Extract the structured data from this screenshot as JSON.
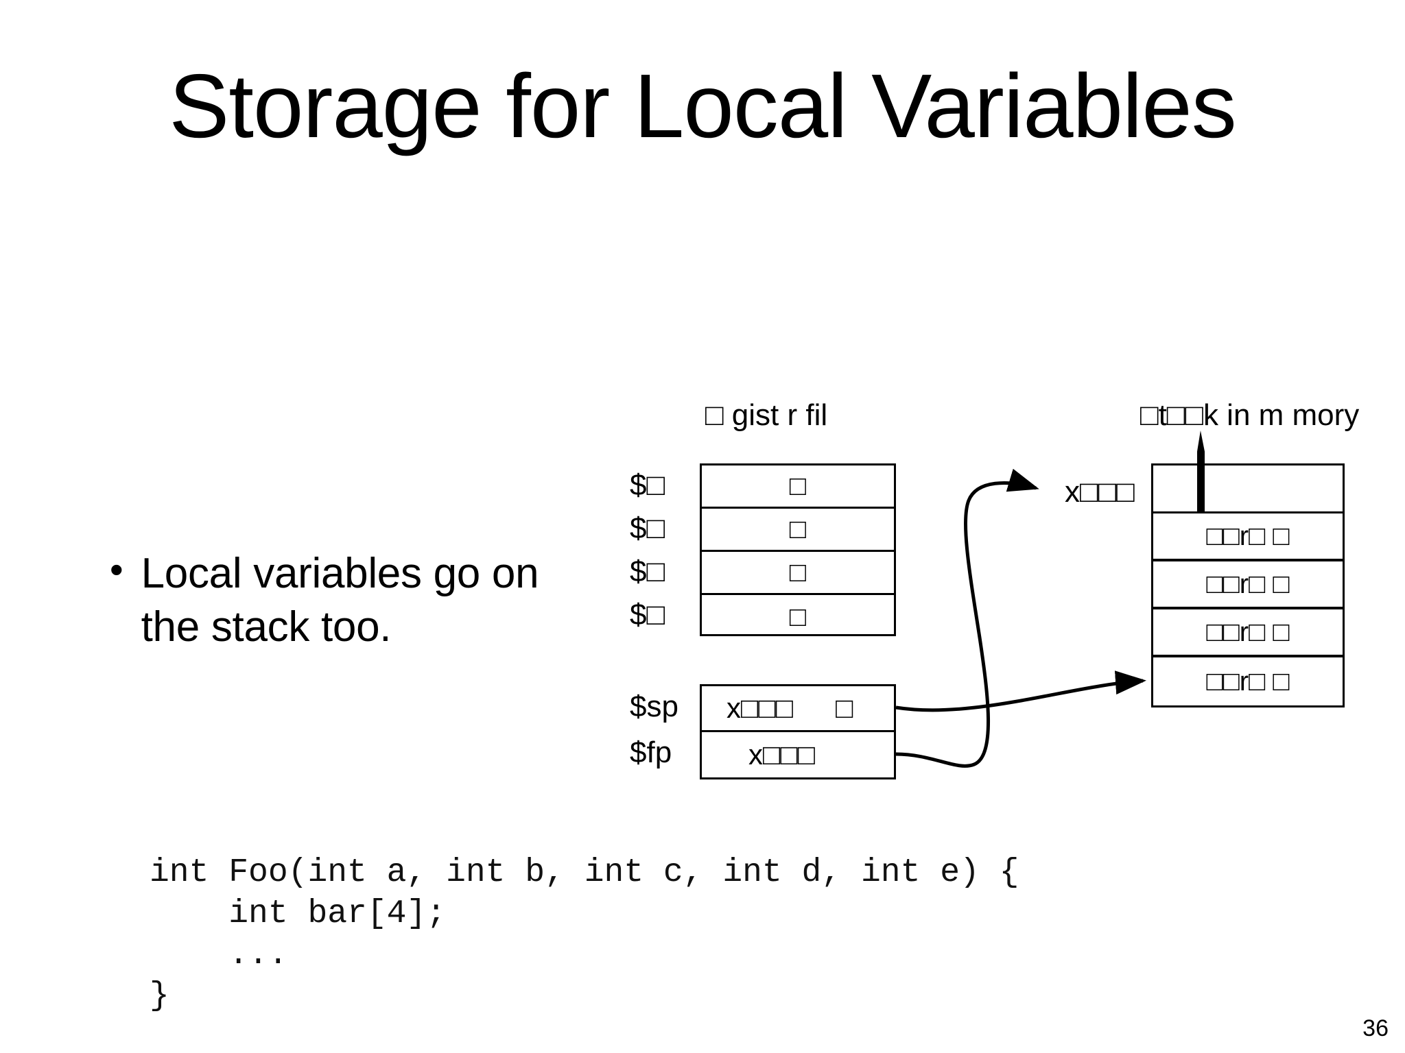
{
  "slide": {
    "title": "Storage for Local Variables",
    "page_number": "36"
  },
  "bullets": [
    {
      "marker": "•",
      "text": "Local variables go on the stack too."
    }
  ],
  "code": "int Foo(int a, int b, int c, int d, int e) {\n    int bar[4];\n    ...\n}",
  "diagram": {
    "register_file": {
      "caption": "□  gist  r fil",
      "rows": [
        {
          "name": "$□",
          "value": "□"
        },
        {
          "name": "$□",
          "value": "□"
        },
        {
          "name": "$□",
          "value": "□"
        },
        {
          "name": "$□",
          "value": "□"
        }
      ]
    },
    "pointer_registers": {
      "rows": [
        {
          "name": "$sp",
          "value": "x□□□",
          "value_tail": "□"
        },
        {
          "name": "$fp",
          "value": "x□□□",
          "value_tail": ""
        }
      ]
    },
    "address_label": "x□□□",
    "stack": {
      "caption": "□t□□k  in m  mory",
      "cells": [
        {
          "value": ""
        },
        {
          "value": "□□r□ □"
        },
        {
          "value": "□□r□ □"
        },
        {
          "value": "□□r□ □"
        },
        {
          "value": "□□r□ □"
        }
      ]
    }
  },
  "colors": {
    "background": "#ffffff",
    "foreground": "#000000"
  }
}
